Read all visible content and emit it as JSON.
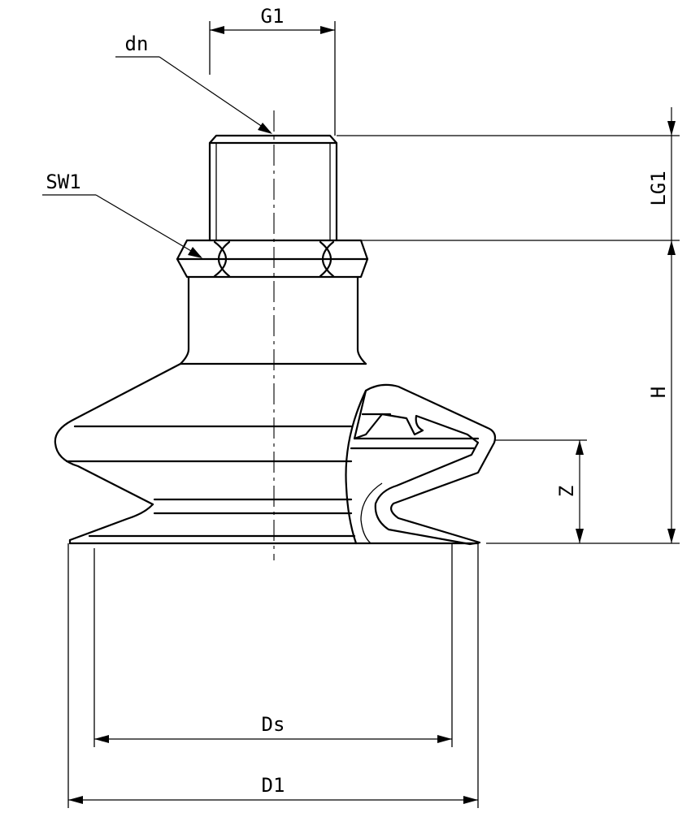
{
  "labels": {
    "g1": "G1",
    "dn": "dn",
    "sw1": "SW1",
    "lg1": "LG1",
    "h": "H",
    "z": "Z",
    "ds": "Ds",
    "d1": "D1"
  }
}
